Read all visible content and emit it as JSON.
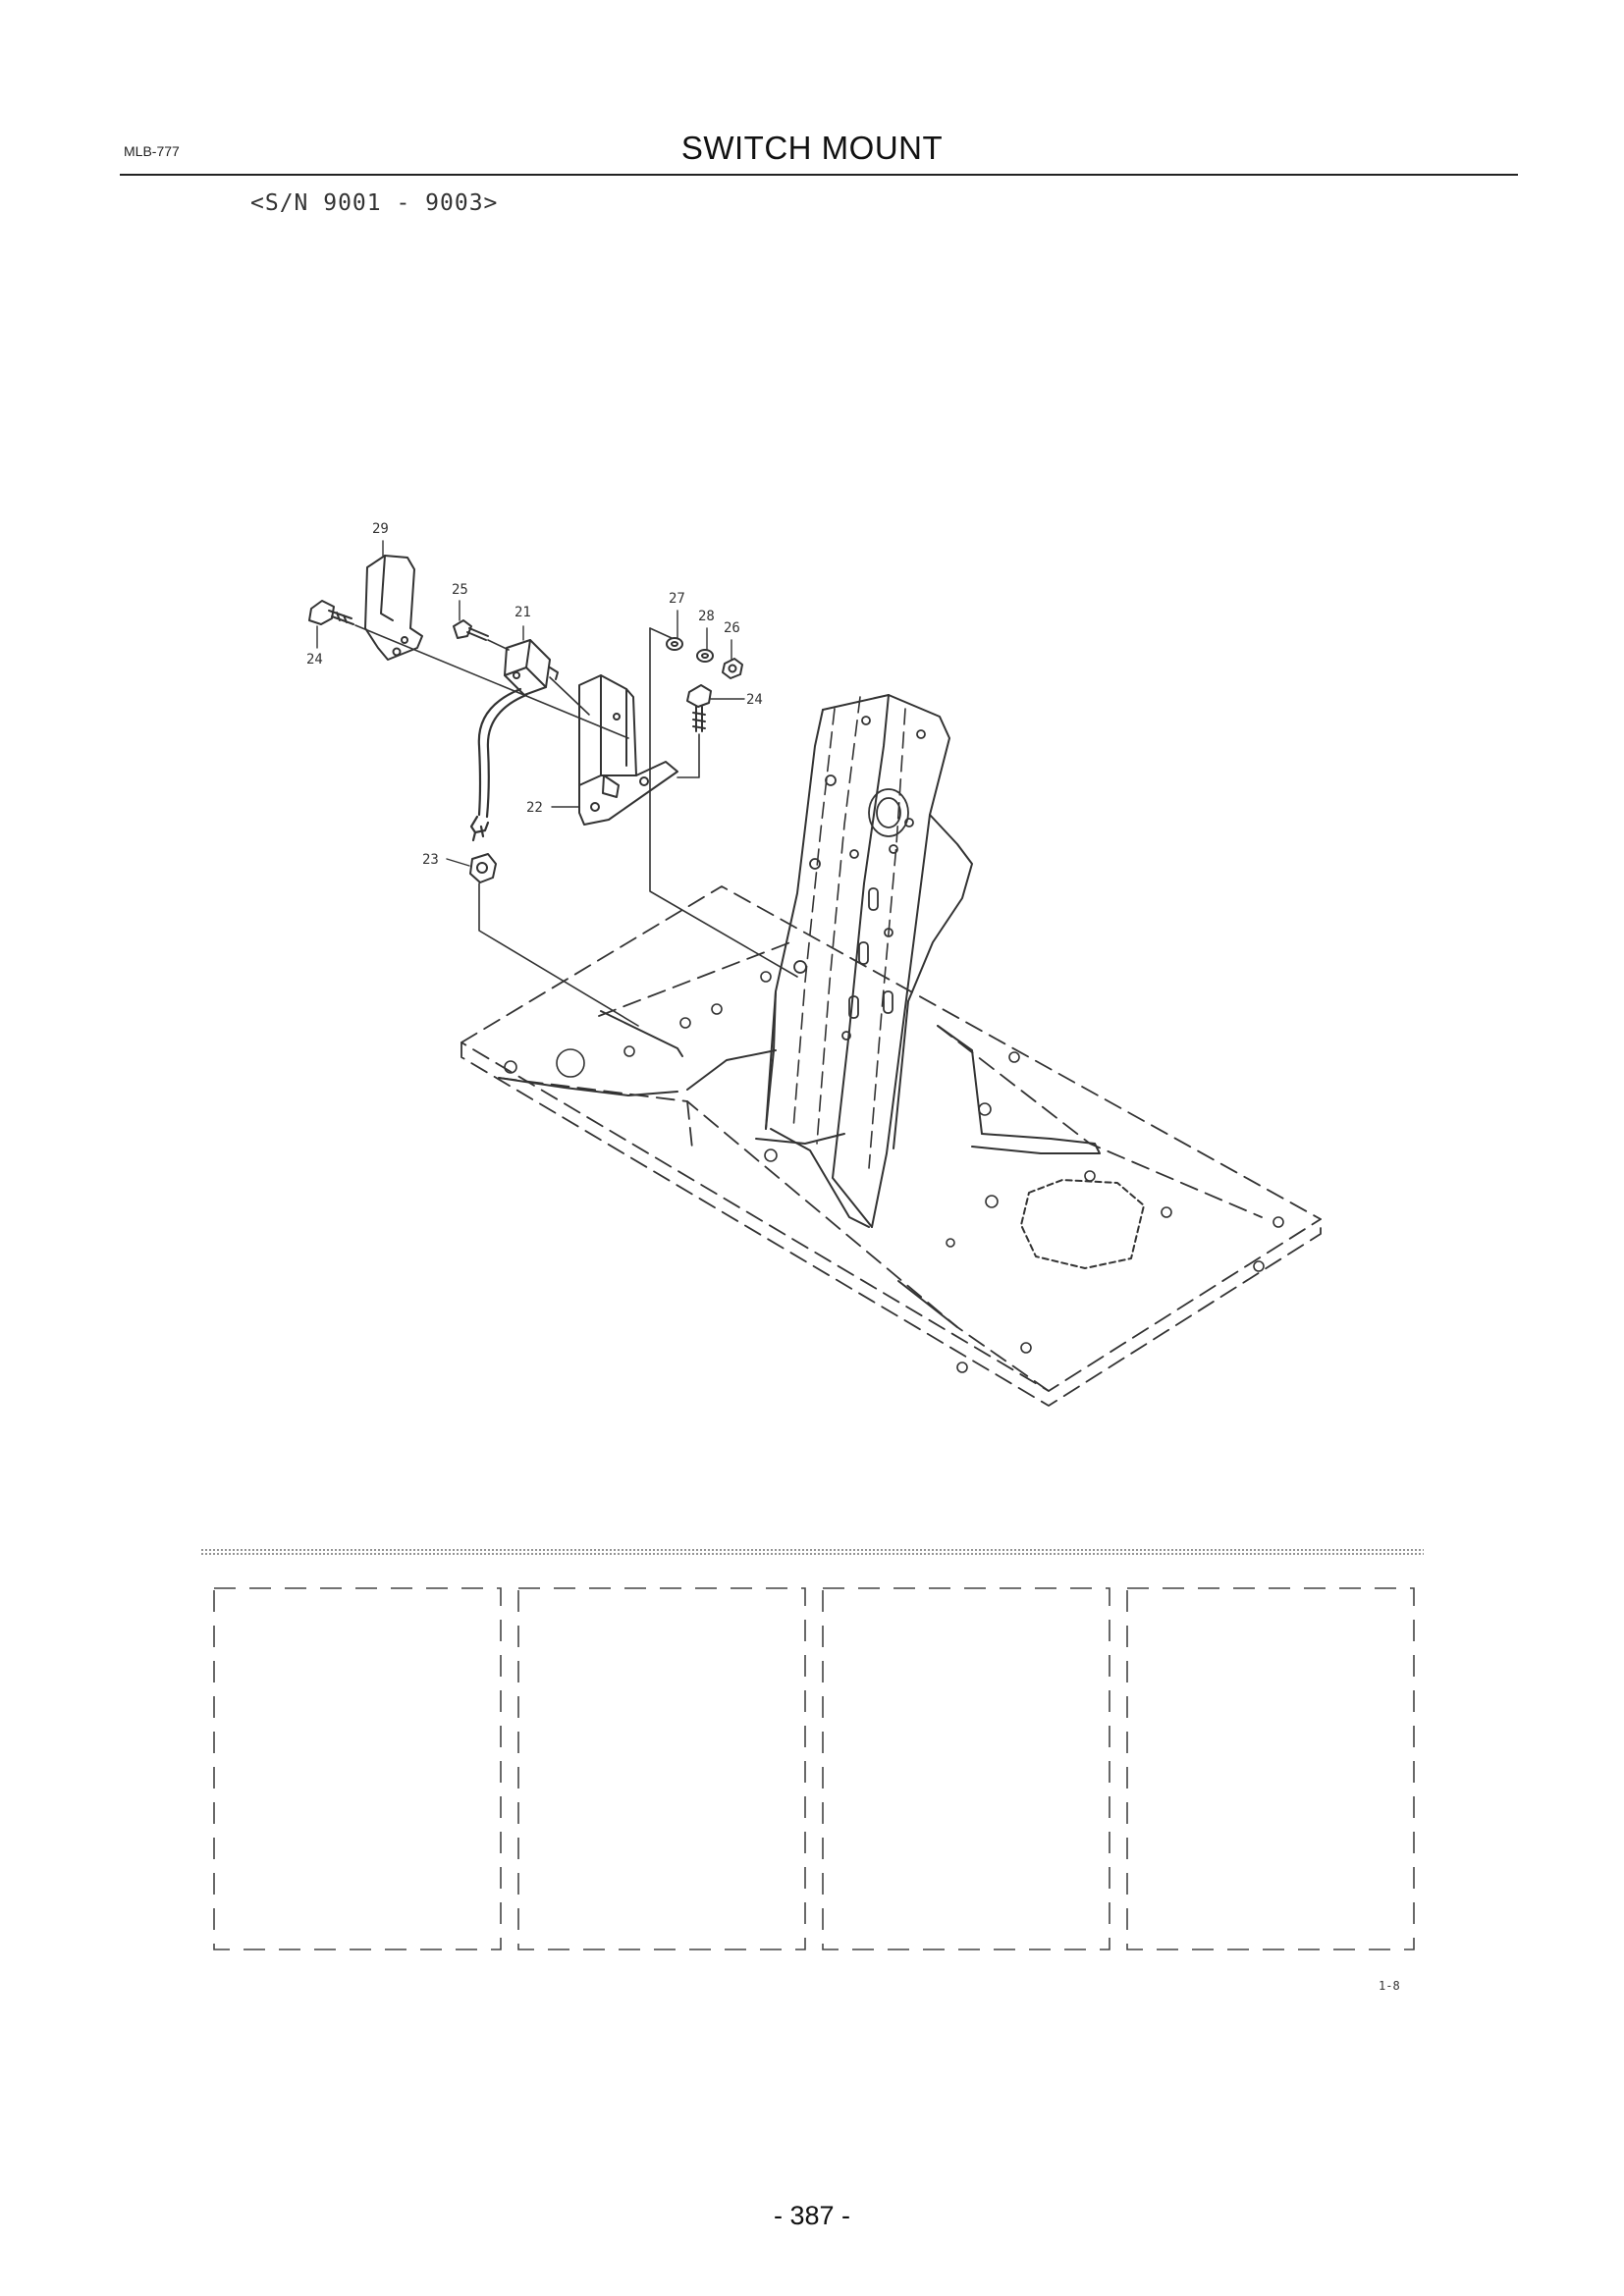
{
  "header": {
    "model_code": "MLB-777",
    "title": "SWITCH MOUNT",
    "serial_range": "<S/N 9001 - 9003>"
  },
  "callouts": {
    "c29": "29",
    "c25": "25",
    "c21": "21",
    "c27": "27",
    "c28": "28",
    "c26": "26",
    "c24_left": "24",
    "c24_right": "24",
    "c22": "22",
    "c23": "23"
  },
  "footer": {
    "reference_code": "1-8",
    "page_number": "- 387 -"
  }
}
